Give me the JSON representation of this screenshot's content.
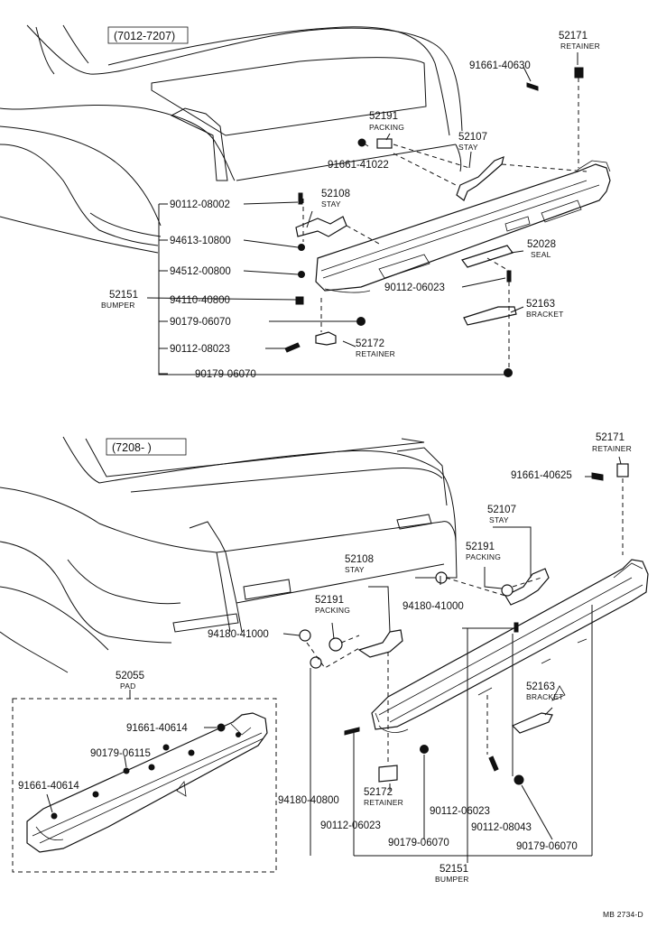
{
  "top": {
    "date_range": "(7012-7207)",
    "labels": {
      "n52171": "52171",
      "n52171_name": "RETAINER",
      "n91661_40630": "91661-40630",
      "n52191": "52191",
      "n52191_name": "PACKING",
      "n52107": "52107",
      "n52107_name": "STAY",
      "n91661_41022": "91661-41022",
      "n90112_08002": "90112-08002",
      "n52108": "52108",
      "n52108_name": "STAY",
      "n94613_10800": "94613-10800",
      "n52028": "52028",
      "n52028_name": "SEAL",
      "n94512_00800": "94512-00800",
      "n90112_06023": "90112-06023",
      "n52151": "52151",
      "n52151_name": "BUMPER",
      "n94110_40800": "94110-40800",
      "n52163": "52163",
      "n52163_name": "BRACKET",
      "n90179_06070_a": "90179-06070",
      "n90112_08023": "90112-08023",
      "n52172": "52172",
      "n52172_name": "RETAINER",
      "n90179_06070_b": "90179-06070"
    }
  },
  "bottom": {
    "date_range": "(7208-      )",
    "labels": {
      "n52171": "52171",
      "n52171_name": "RETAINER",
      "n91661_40625": "91661-40625",
      "n52107": "52107",
      "n52107_name": "STAY",
      "n52108": "52108",
      "n52108_name": "STAY",
      "n52191_a": "52191",
      "n52191_a_name": "PACKING",
      "n52191_b": "52191",
      "n52191_b_name": "PACKING",
      "n94180_41000_a": "94180-41000",
      "n94180_41000_b": "94180-41000",
      "n52055": "52055",
      "n52055_name": "PAD",
      "n91661_40614_a": "91661-40614",
      "n90179_06115": "90179-06115",
      "n91661_40614_b": "91661-40614",
      "n52163": "52163",
      "n52163_name": "BRACKET",
      "n94180_40800": "94180-40800",
      "n52172": "52172",
      "n52172_name": "RETAINER",
      "n90112_06023_a": "90112-06023",
      "n90112_06023_b": "90112-06023",
      "n90112_08043": "90112-08043",
      "n90179_06070_a": "90179-06070",
      "n90179_06070_b": "90179-06070",
      "n52151": "52151",
      "n52151_name": "BUMPER"
    }
  },
  "footer": {
    "code": "MB 2734-D"
  }
}
